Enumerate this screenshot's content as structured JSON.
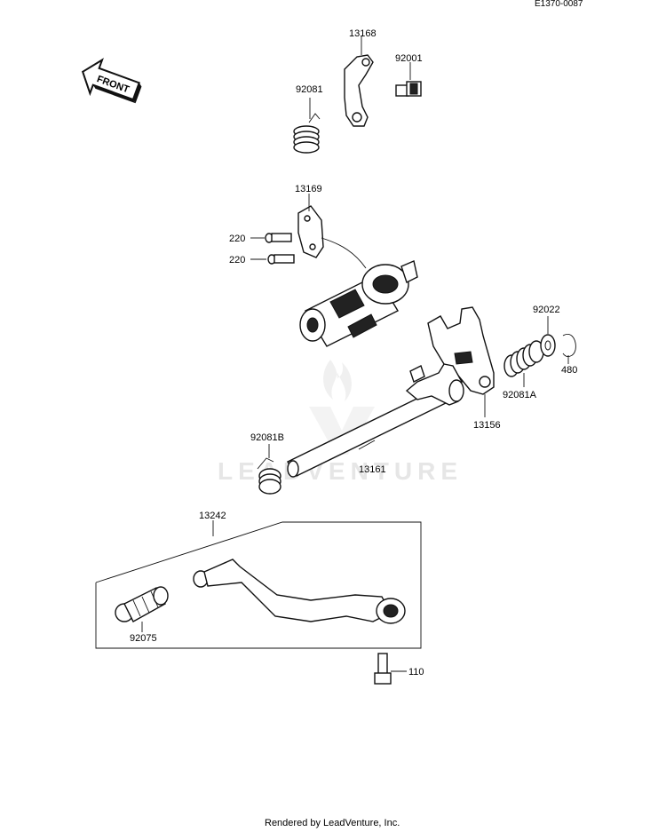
{
  "diagram_code": "E1370-0087",
  "front_label": "FRONT",
  "watermark": "LEADVENTURE",
  "footer": "Rendered by LeadVenture, Inc.",
  "callouts": {
    "p13168": "13168",
    "p92001": "92001",
    "p92081": "92081",
    "p13169": "13169",
    "p220a": "220",
    "p220b": "220",
    "p92022": "92022",
    "p480": "480",
    "p92081A": "92081A",
    "p13156": "13156",
    "p92081B": "92081B",
    "p13161": "13161",
    "p13242": "13242",
    "p92075": "92075",
    "p110": "110"
  }
}
